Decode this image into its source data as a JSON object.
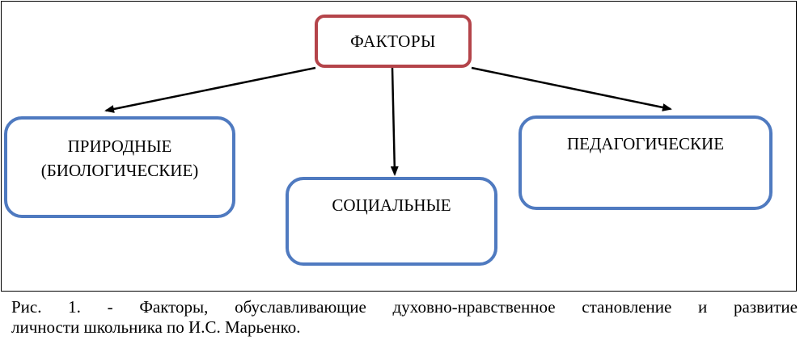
{
  "diagram": {
    "root": {
      "label": "ФАКТОРЫ"
    },
    "children": [
      {
        "id": "natural",
        "lines": [
          "ПРИРОДНЫЕ",
          "(БИОЛОГИЧЕСКИЕ)"
        ]
      },
      {
        "id": "social",
        "lines": [
          "СОЦИАЛЬНЫЕ"
        ]
      },
      {
        "id": "pedagogical",
        "lines": [
          "ПЕДАГОГИЧЕСКИЕ"
        ]
      }
    ],
    "edges": [
      {
        "from": "root",
        "to": "natural"
      },
      {
        "from": "root",
        "to": "social"
      },
      {
        "from": "root",
        "to": "pedagogical"
      }
    ],
    "colors": {
      "root_border": "#b4444a",
      "child_border": "#4f7ac0",
      "arrow": "#000000"
    }
  },
  "caption": {
    "line1": "Рис. 1. -   Факторы, обуславливающие духовно-нравственное становление и развитие",
    "line2": "личности школьника по И.С. Марьенко."
  }
}
